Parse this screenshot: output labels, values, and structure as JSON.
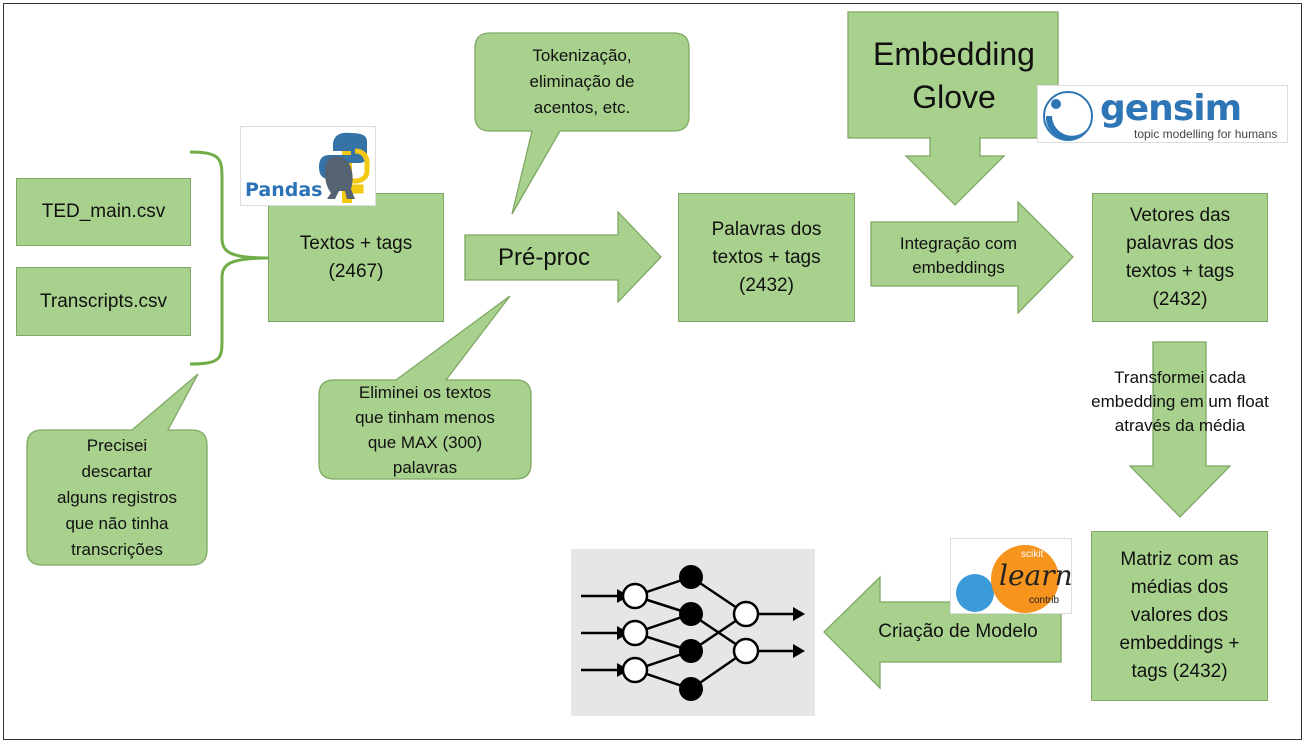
{
  "boxes": {
    "ted_main": "TED_main.csv",
    "transcripts": "Transcripts.csv",
    "textos_tags": "Textos + tags\n(2467)",
    "palavras": "Palavras dos\ntextos + tags\n(2432)",
    "vetores": "Vetores das\npalavras dos\ntextos + tags\n(2432)",
    "matriz": "Matriz com as\nmédias dos\nvalores dos\nembeddings +\ntags (2432)"
  },
  "arrows": {
    "preproc": "Pré-proc",
    "integracao": "Integração com\nembeddings",
    "embedding_glove": "Embedding\nGlove",
    "transformei": "Transformei cada\nembedding em um float\natravés da média",
    "criacao_modelo": "Criação de Modelo"
  },
  "callouts": {
    "tokenizacao": "Tokenização,\neliminação de\nacentos, etc.",
    "eliminei": "Eliminei os textos\nque tinham menos\nque MAX (300)\npalavras",
    "precisei": "Precisei\ndescartar\nalguns registros\nque não tinha\ntranscrições"
  },
  "logos": {
    "pandas": "Pandas",
    "gensim": "gensim",
    "gensim_tagline": "topic modelling for humans",
    "sklearn_scikit": "scikit",
    "sklearn_learn": "learn",
    "sklearn_contrib": "contrib"
  },
  "colors": {
    "fill": "#a9d18e",
    "stroke": "#7fa865",
    "brace": "#70ad47"
  }
}
